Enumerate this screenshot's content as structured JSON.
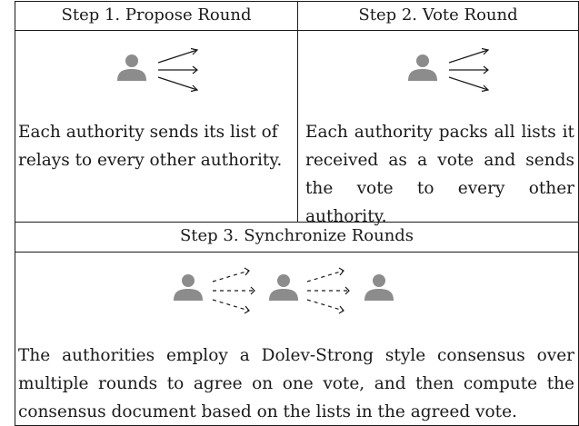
{
  "steps": {
    "step1": {
      "title": "Step 1. Propose Round",
      "description": "Each authority sends its list of relays to every other authority."
    },
    "step2": {
      "title": "Step 2. Vote Round",
      "description": "Each authority packs all lists it received as a vote and sends the vote to every other authority."
    },
    "step3": {
      "title": "Step 3. Synchronize Rounds",
      "description": "The authorities employ a Dolev-Strong style consensus over multiple rounds to agree on one vote, and then compute the consensus document based on the lists in the agreed vote."
    }
  },
  "icons": {
    "authority": "person-icon",
    "broadcast": "arrows-fan-icon",
    "broadcast_dashed": "dashed-arrows-fan-icon"
  },
  "colors": {
    "person": "#8c8c8c",
    "line": "#1a1a1a"
  }
}
